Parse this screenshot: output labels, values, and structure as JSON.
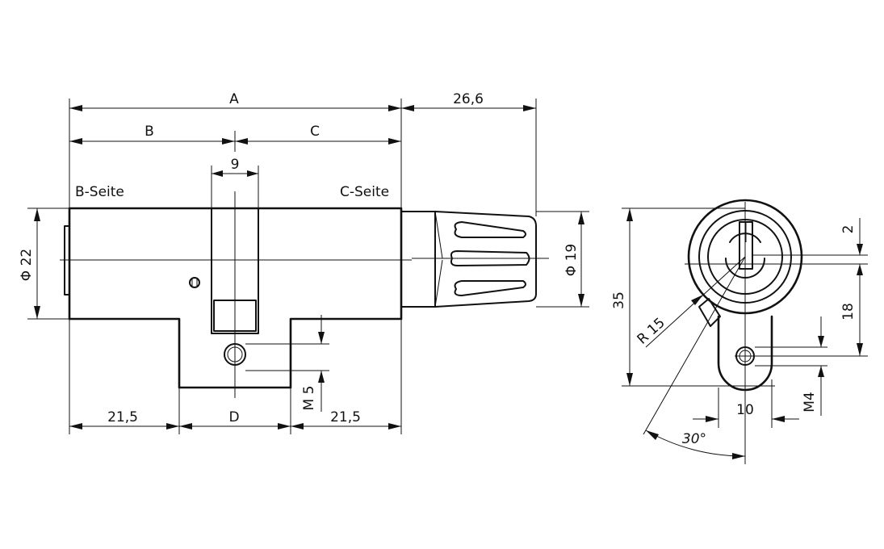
{
  "labels": {
    "A": "A",
    "B": "B",
    "C": "C",
    "D": "D",
    "dim_26_6": "26,6",
    "dim_9": "9",
    "b_seite": "B-Seite",
    "c_seite": "C-Seite",
    "phi22": "Φ 22",
    "phi19": "Φ 19",
    "dim_21_5_left": "21,5",
    "dim_21_5_right": "21,5",
    "m5": "M 5",
    "dim_35": "35",
    "dim_2": "2",
    "dim_18": "18",
    "r15": "R 15",
    "dim_10": "10",
    "m4": "M4",
    "angle_30": "30°"
  }
}
